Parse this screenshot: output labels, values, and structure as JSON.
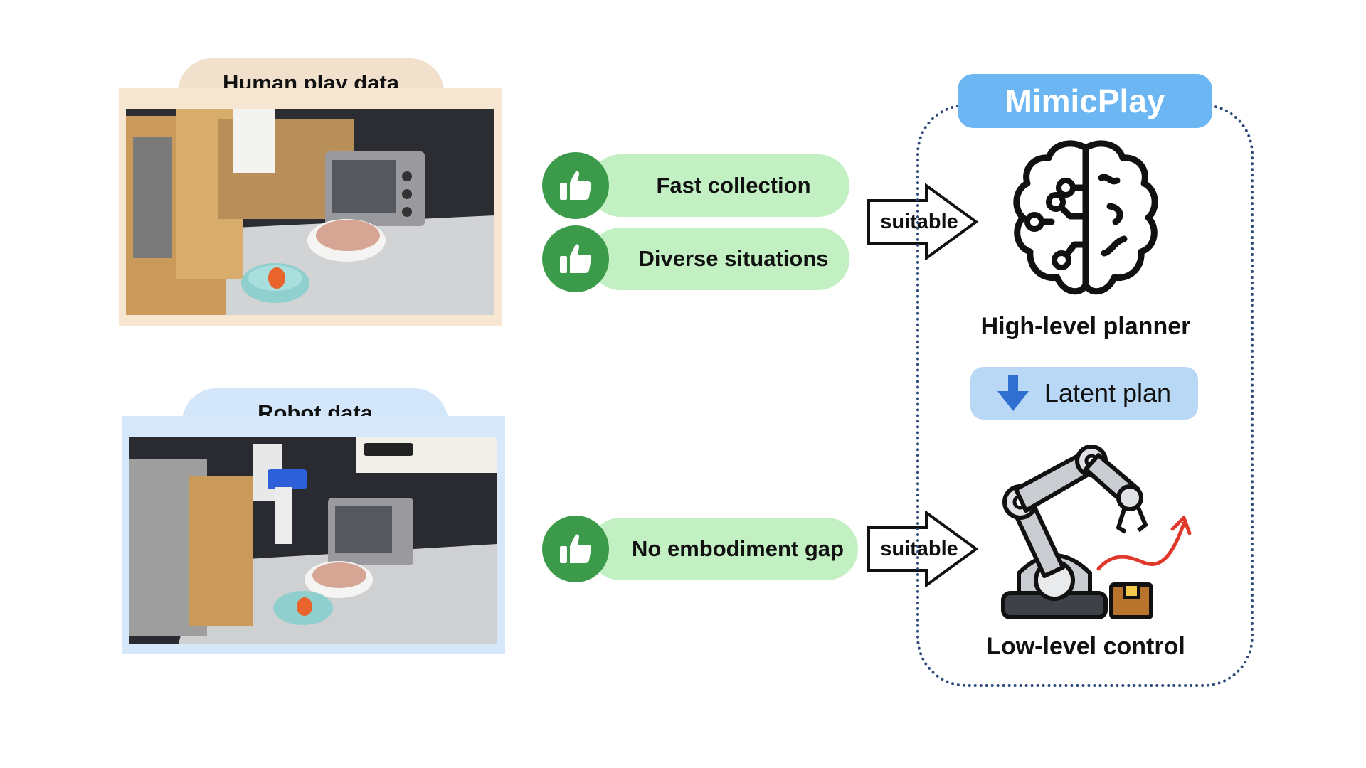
{
  "human_panel": {
    "title": "Human play data",
    "tab_color": "#f1e1cc",
    "body_color": "#f6e6d2"
  },
  "robot_panel": {
    "title": "Robot data",
    "tab_color": "#d4e6fa",
    "body_color": "#d8e8fb"
  },
  "benefits": {
    "fast_collection": "Fast collection",
    "diverse_situations": "Diverse situations",
    "no_embodiment_gap": "No embodiment gap"
  },
  "arrows": {
    "top_label": "suitable",
    "bottom_label": "suitable"
  },
  "mimicplay": {
    "title": "MimicPlay",
    "high_level": "High-level planner",
    "latent_plan": "Latent plan",
    "low_level": "Low-level control"
  },
  "colors": {
    "pill_green": "#c2f0c2",
    "thumb_green": "#3c9b4a",
    "mimicplay_blue": "#6bb6f3",
    "latent_blue": "#b9d8f6",
    "frame_dots": "#2b4a7a",
    "trajectory_red": "#e0392b"
  },
  "icons": [
    "thumbs-up-icon",
    "brain-circuit-icon",
    "down-arrow-icon",
    "robot-arm-icon",
    "box-icon",
    "trajectory-arrow-icon"
  ]
}
